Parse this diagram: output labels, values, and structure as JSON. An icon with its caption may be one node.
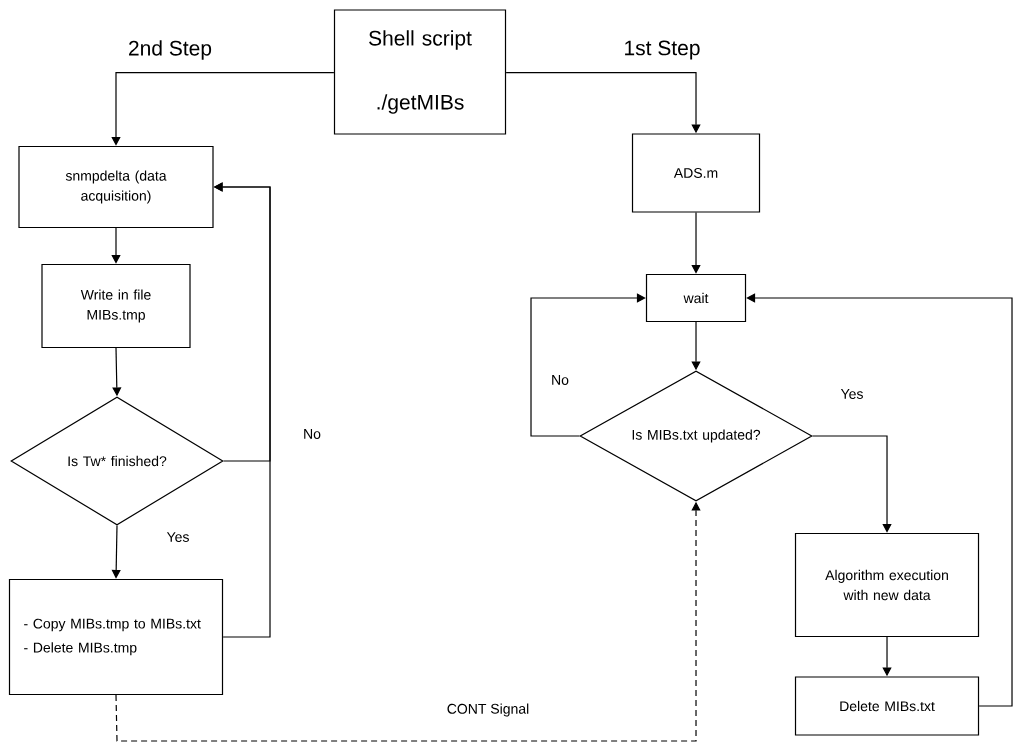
{
  "diagram": {
    "nodes": [
      {
        "text": [
          "Shell script",
          "./getMIBs"
        ]
      },
      {
        "text": [
          "snmpdelta (data acquisition)"
        ]
      },
      {
        "text": [
          "Write in file MIBs.tmp"
        ]
      },
      {
        "text": [
          "Is Tw* finished?"
        ]
      },
      {
        "text": [
          "- Copy MIBs.tmp to MIBs.txt",
          "- Delete MIBs.tmp"
        ]
      },
      {
        "text": [
          "ADS.m"
        ]
      },
      {
        "text": [
          "wait"
        ]
      },
      {
        "text": [
          "Is MIBs.txt updated?"
        ]
      },
      {
        "text": [
          "Algorithm execution with new data"
        ]
      },
      {
        "text": [
          "Delete MIBs.txt"
        ]
      }
    ],
    "edges": [
      {
        "from": 0,
        "to": 1,
        "arrow": "to",
        "label": "2nd Step"
      },
      {
        "from": 0,
        "to": 5,
        "arrow": "to",
        "label": "1st Step"
      },
      {
        "from": 1,
        "to": 2,
        "arrow": "to"
      },
      {
        "from": 2,
        "to": 3,
        "arrow": "to"
      },
      {
        "from": 3,
        "to": 4,
        "arrow": "to",
        "label": "Yes"
      },
      {
        "from": 3,
        "to": 1,
        "arrow": "to",
        "label": "No"
      },
      {
        "from": 4,
        "to": 1,
        "arrow": "to"
      },
      {
        "from": 5,
        "to": 6,
        "arrow": "to"
      },
      {
        "from": 6,
        "to": 7,
        "arrow": "to"
      },
      {
        "from": 7,
        "to": 6,
        "arrow": "to",
        "label": "No"
      },
      {
        "from": 7,
        "to": 8,
        "arrow": "to",
        "label": "Yes"
      },
      {
        "from": 8,
        "to": 9,
        "arrow": "to"
      },
      {
        "from": 9,
        "to": 6,
        "arrow": "to"
      },
      {
        "from": 4,
        "to": 7,
        "arrow": "to",
        "style": "dashed",
        "label": "CONT Signal"
      }
    ]
  }
}
